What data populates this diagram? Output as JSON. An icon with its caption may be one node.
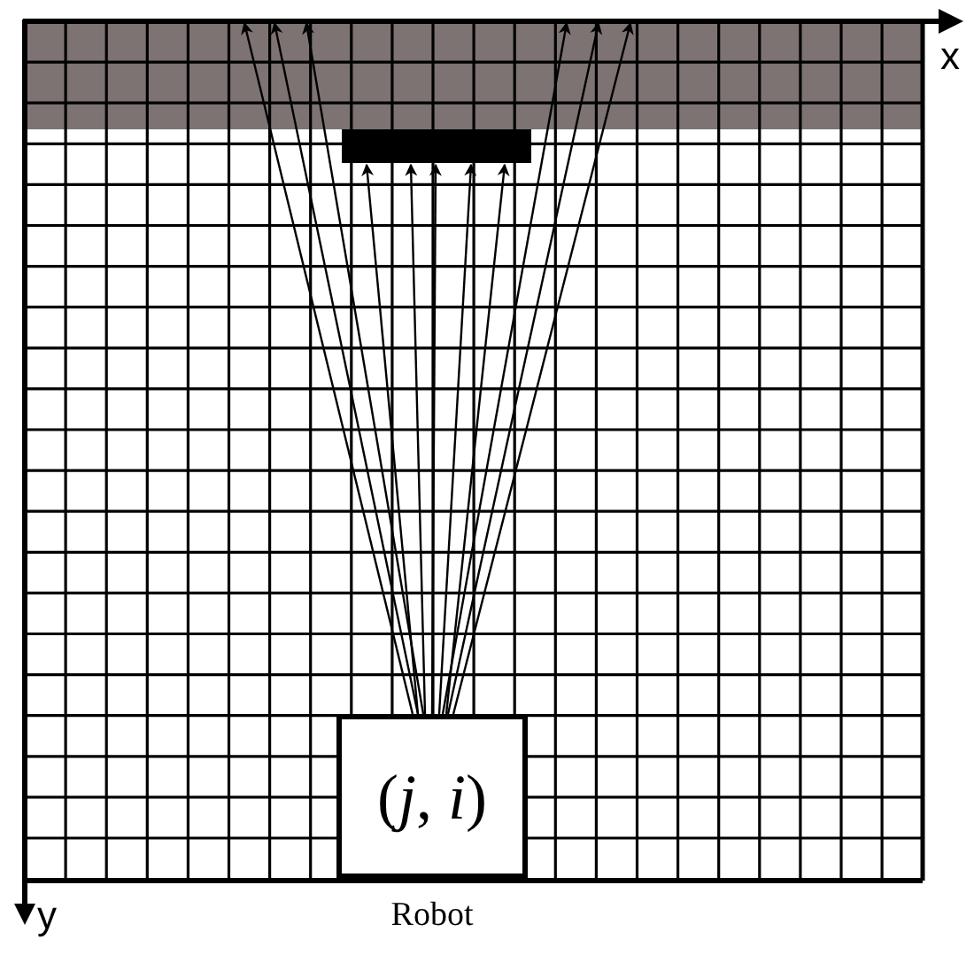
{
  "diagram": {
    "nodes": [
      {
        "text": [
          "(*j*, *i*)"
        ],
        "beside": [
          "Robot"
        ]
      },
      {
        "text": [],
        "shape": "bar"
      },
      {
        "text": [],
        "shape": "box"
      }
    ],
    "edges": [
      {
        "from": 0,
        "to": 2,
        "arrow": "to"
      },
      {
        "from": 0,
        "to": 2,
        "arrow": "to"
      },
      {
        "from": 0,
        "to": 2,
        "arrow": "to"
      },
      {
        "from": 0,
        "to": 1,
        "arrow": "to"
      },
      {
        "from": 0,
        "to": 1,
        "arrow": "to"
      },
      {
        "from": 0,
        "to": 1,
        "arrow": "to"
      },
      {
        "from": 0,
        "to": 1,
        "arrow": "to"
      },
      {
        "from": 0,
        "to": 1,
        "arrow": "to"
      },
      {
        "from": 0,
        "to": 2,
        "arrow": "to"
      },
      {
        "from": 0,
        "to": 2,
        "arrow": "to"
      },
      {
        "from": 0,
        "to": 2,
        "arrow": "to"
      }
    ],
    "labels": [
      "x",
      "y"
    ]
  }
}
